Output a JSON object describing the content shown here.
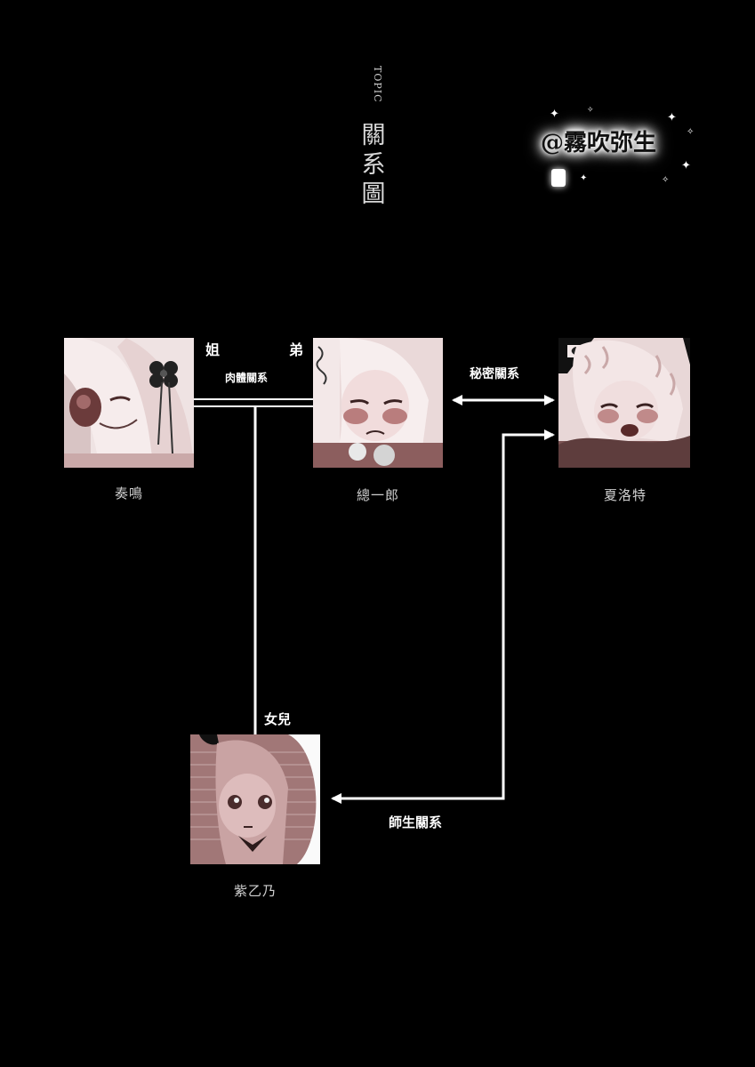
{
  "header": {
    "topic": "TOPIC",
    "title_chars": [
      "關",
      "系",
      "圖"
    ]
  },
  "watermark": {
    "text": "@霧吹弥生"
  },
  "characters": {
    "kanade": {
      "name": "奏鳴"
    },
    "soichiro": {
      "name": "總一郎"
    },
    "charlotte": {
      "name": "夏洛特"
    },
    "shino": {
      "name": "紫乙乃"
    }
  },
  "relations": {
    "siblings_left": "姐",
    "siblings_right": "弟",
    "physical": "肉體關系",
    "secret": "秘密關系",
    "daughter": "女兒",
    "teacher_student": "師生關系"
  },
  "colors": {
    "background": "#000000",
    "line": "#ffffff",
    "portrait_tint": "#c49a9a"
  }
}
